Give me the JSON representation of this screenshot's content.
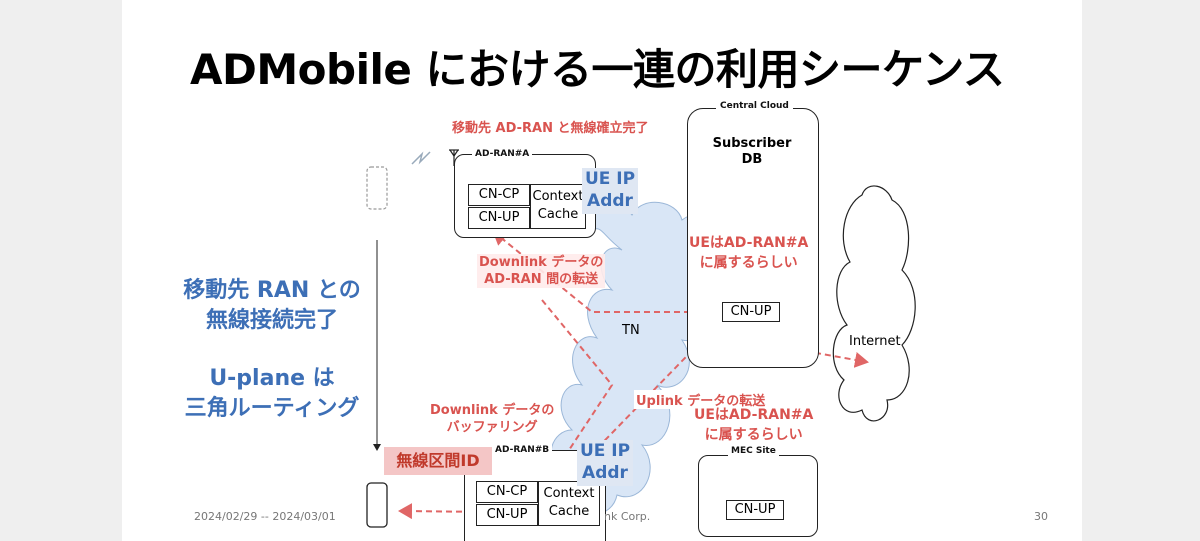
{
  "title": "ADMobile における一連の利用シーケンス",
  "side_text": {
    "line1": "移動先 RAN との",
    "line2": "無線接続完了",
    "line3": "U-plane は",
    "line4": "三角ルーティング"
  },
  "radio_section_id": "無線区間ID",
  "annotations": {
    "wireless_setup_done": "移動先 AD-RAN と無線確立完了",
    "downlink_transfer_1": "Downlink データの",
    "downlink_transfer_2": "AD-RAN 間の転送",
    "downlink_buffer_1": "Downlink データの",
    "downlink_buffer_2": "バッファリング",
    "uplink_transfer": "Uplink データの転送",
    "belongs_a_top_1": "UEはAD-RAN#A",
    "belongs_a_top_2": "に属するらしい",
    "belongs_a_bottom_1": "UEはAD-RAN#A",
    "belongs_a_bottom_2": "に属するらしい"
  },
  "ue_ip_addr": {
    "line1": "UE IP",
    "line2": "Addr"
  },
  "ad_ran_a": {
    "label": "AD-RAN#A",
    "cn_cp": "CN-CP",
    "cn_up": "CN-UP",
    "context_1": "Context",
    "context_2": "Cache"
  },
  "ad_ran_b": {
    "label": "AD-RAN#B",
    "cn_cp": "CN-CP",
    "cn_up": "CN-UP",
    "context_1": "Context",
    "context_2": "Cache"
  },
  "central_cloud": {
    "label": "Central Cloud",
    "db_1": "Subscriber",
    "db_2": "DB",
    "cn_up": "CN-UP"
  },
  "mec": {
    "label": "MEC Site",
    "cn_up": "CN-UP"
  },
  "tn_label": "TN",
  "internet_label": "Internet",
  "footer": {
    "date": "2024/02/29 -- 2024/03/01",
    "org": "nk Corp.",
    "page": "30"
  },
  "colors": {
    "accent_blue": "#3d6fb6",
    "accent_red": "#d9534f",
    "cloud_fill": "#d9e6f6"
  }
}
